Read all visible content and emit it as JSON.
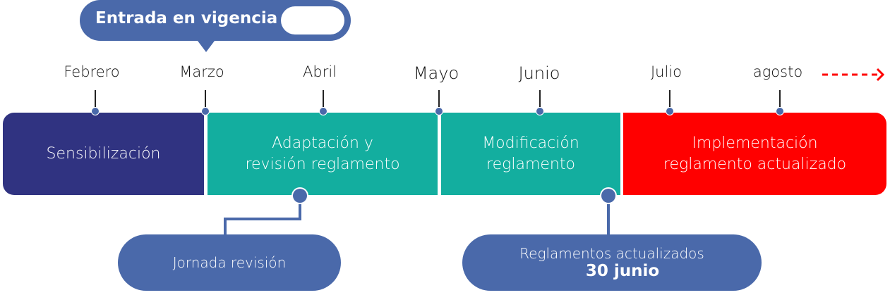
{
  "callout_top": {
    "label": "Entrada en vigencia",
    "attached_month": "Marzo"
  },
  "months": [
    {
      "label": "Febrero"
    },
    {
      "label": "Marzo"
    },
    {
      "label": "Abril"
    },
    {
      "label": "Mayo"
    },
    {
      "label": "Junio"
    },
    {
      "label": "Julio"
    },
    {
      "label": "agosto"
    }
  ],
  "phases": [
    {
      "label": "Sensibilización",
      "color": "#303381",
      "from": "Febrero",
      "to": "Marzo"
    },
    {
      "label": "Adaptación y\nrevisión reglamento",
      "color": "#13ae9f",
      "from": "Marzo",
      "to": "Mayo"
    },
    {
      "label": "Modificación\nreglamento",
      "color": "#13ae9f",
      "from": "Mayo",
      "to": "Junio"
    },
    {
      "label": "Implementación\nreglamento actualizado",
      "color": "#ff0000",
      "from": "Julio",
      "to": "agosto"
    }
  ],
  "milestones": [
    {
      "label": "Jornada revisión"
    },
    {
      "line1": "Reglamentos actualizados",
      "line2": "30 junio"
    }
  ],
  "colors": {
    "accent_blue": "#4a69aa",
    "dark_blue": "#303381",
    "teal": "#13ae9f",
    "red": "#ff0000"
  },
  "continuation_arrow": "dashed-arrow-right"
}
